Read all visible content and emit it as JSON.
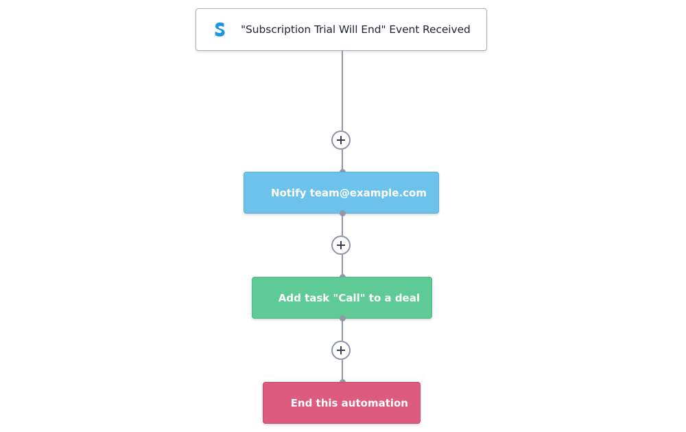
{
  "workflow": {
    "trigger": {
      "icon": "stripe-logo-icon",
      "label": "\"Subscription Trial Will End\" Event Received"
    },
    "steps": [
      {
        "label": "Notify team@example.com",
        "color": "#6dc2ec"
      },
      {
        "label": "Add task \"Call\" to a deal",
        "color": "#5ecb96"
      },
      {
        "label": "End this automation",
        "color": "#de5b80"
      }
    ],
    "add_button_icon": "plus-icon",
    "connector_color": "#8e93a6"
  }
}
